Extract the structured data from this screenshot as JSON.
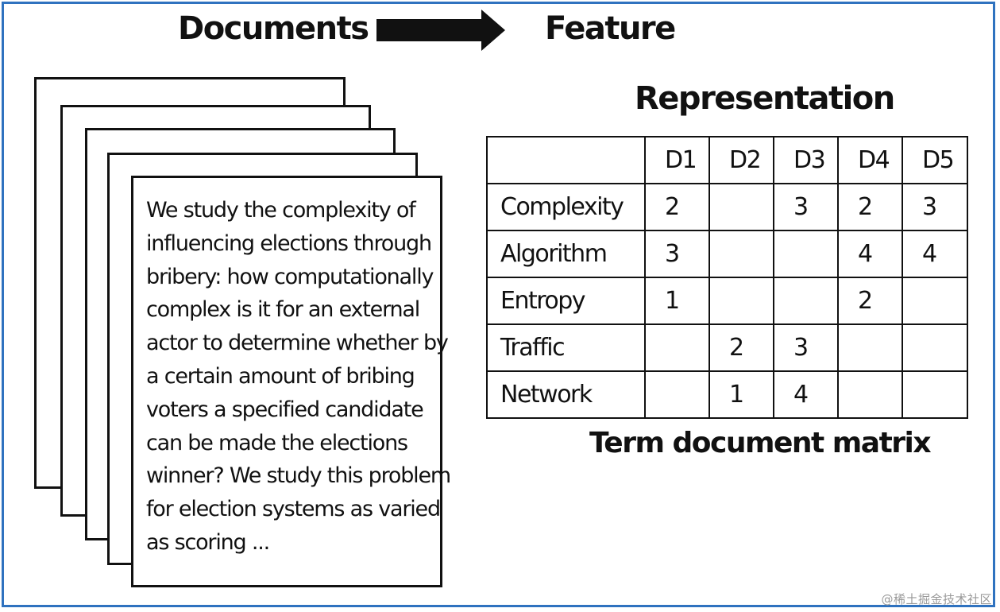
{
  "header": {
    "documents_label": "Documents",
    "feature_label": "Feature",
    "representation_label": "Representation"
  },
  "arrow": {
    "icon": "right-arrow-icon"
  },
  "document": {
    "lines": [
      "We study the complexity of",
      "influencing elections through",
      "bribery: how computationally",
      "complex is it for an external",
      "actor to determine whether by",
      "a certain amount of bribing",
      "voters a specified candidate",
      "can be made the elections",
      "winner? We study this problem",
      "for election systems as varied",
      "as scoring ..."
    ]
  },
  "matrix": {
    "caption": "Term document matrix",
    "columns": [
      "D1",
      "D2",
      "D3",
      "D4",
      "D5"
    ],
    "rows": [
      {
        "term": "Complexity",
        "counts": [
          "2",
          "",
          "3",
          "2",
          "3"
        ]
      },
      {
        "term": "Algorithm",
        "counts": [
          "3",
          "",
          "",
          "4",
          "4"
        ]
      },
      {
        "term": "Entropy",
        "counts": [
          "1",
          "",
          "",
          "2",
          ""
        ]
      },
      {
        "term": "Traffic",
        "counts": [
          "",
          "2",
          "3",
          "",
          ""
        ]
      },
      {
        "term": "Network",
        "counts": [
          "",
          "1",
          "4",
          "",
          ""
        ]
      }
    ]
  },
  "watermark": "@稀土掘金技术社区",
  "colors": {
    "frame_border": "#2f72bf",
    "ink": "#111111"
  }
}
